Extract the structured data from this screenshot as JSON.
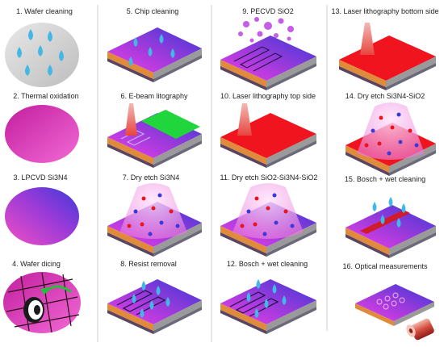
{
  "colors": {
    "substrate_top_pink": "#e83df0",
    "substrate_blue": "#3b3ad6",
    "wafer_gray": "#d9d9d9",
    "resist_red": "#f0141e",
    "ebeam_green": "#21d63c",
    "drop_blue": "#43b8e6",
    "plasma_pink": "#f7b3ee",
    "layer_gray": "#9a9a9a",
    "layer_dark": "#5a4560",
    "layer_orange": "#e08a3c",
    "divider": "#cfcfcf",
    "trench_red": "#d11a2a"
  },
  "steps": [
    {
      "label": "1. Wafer cleaning",
      "visual": "wafer-with-drops"
    },
    {
      "label": "2. Thermal oxidation",
      "visual": "wafer-pink"
    },
    {
      "label": "3. LPCVD Si3N4",
      "visual": "wafer-pink-blue"
    },
    {
      "label": "4. Wafer dicing",
      "visual": "wafer-dicing-saw"
    },
    {
      "label": "5. Chip cleaning",
      "visual": "chip-with-drops"
    },
    {
      "label": "6. E-beam litography",
      "visual": "chip-ebeam"
    },
    {
      "label": "7. Dry etch Si3N4",
      "visual": "chip-plasma"
    },
    {
      "label": "8. Resist removal",
      "visual": "chip-waveguide-drops"
    },
    {
      "label": "9. PECVD SiO2",
      "visual": "chip-pecvd"
    },
    {
      "label": "10. Laser lithography top side",
      "visual": "chip-laser-top"
    },
    {
      "label": "11. Dry etch SiO2-Si3N4-SiO2",
      "visual": "chip-plasma"
    },
    {
      "label": "12. Bosch + wet cleaning",
      "visual": "chip-bosch-drops"
    },
    {
      "label": "13. Laser lithography bottom side",
      "visual": "chip-laser-bottom"
    },
    {
      "label": "14. Dry etch Si3N4-SiO2",
      "visual": "chip-plasma-red"
    },
    {
      "label": "15. Bosch + wet cleaning",
      "visual": "chip-trench-drops"
    },
    {
      "label": "16. Optical measurements",
      "visual": "chip-optical"
    }
  ]
}
